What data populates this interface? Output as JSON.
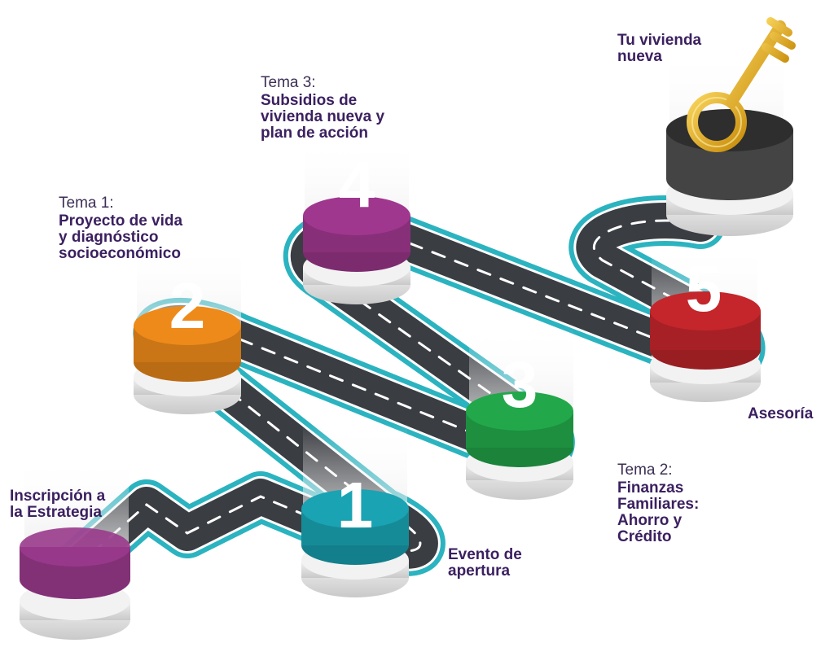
{
  "labels": {
    "start": "Inscripción a\nla Estrategia",
    "step1": "Evento de\napertura",
    "step2": {
      "tema": "Tema 1:",
      "title": "Proyecto de vida\ny diagnóstico\nsocioeconómico"
    },
    "step3": {
      "tema": "Tema 2:",
      "title": "Finanzas\nFamiliares:\nAhorro y\nCrédito"
    },
    "step4": {
      "tema": "Tema 3:",
      "title": "Subsidios de\nvivienda nueva y\nplan de acción"
    },
    "step5": "Asesoría",
    "finish": "Tu vivienda\nnueva"
  },
  "steps": [
    {
      "num": "1",
      "color": "#1aa3b3"
    },
    {
      "num": "2",
      "color": "#ee8a1a"
    },
    {
      "num": "3",
      "color": "#22a84a"
    },
    {
      "num": "4",
      "color": "#a0378e"
    },
    {
      "num": "5",
      "color": "#c4262b"
    }
  ],
  "start_color": "#9a3a8c",
  "finish_color": "#444444",
  "road_color": "#3a3d42",
  "road_border_color": "#2bb3c0",
  "key_color": "#e8b21c",
  "icons": {
    "finish": "key-icon"
  }
}
